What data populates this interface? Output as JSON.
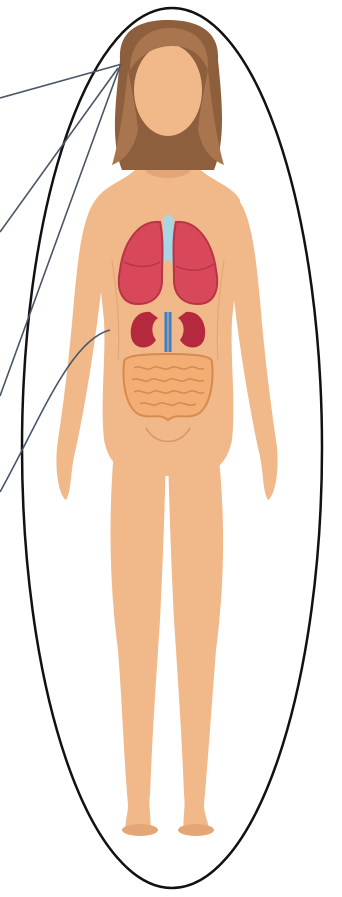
{
  "figure": {
    "subject": "female-body-with-internal-organs",
    "organs_shown": [
      "lungs",
      "trachea",
      "kidneys",
      "intestines"
    ],
    "colors": {
      "skin": "#f1b889",
      "skin_shadow": "#e5a677",
      "hair": "#a9754f",
      "hair_shadow": "#8e5f3d",
      "lungs": "#d9475a",
      "lungs_shade": "#b83447",
      "trachea": "#a9d6e4",
      "kidneys": "#b5293f",
      "ureter": "#3b7fc4",
      "intestines": "#f3ae76",
      "intestine_lines": "#d88a4d",
      "outline_ellipse": "#111111",
      "callout_lines": "#4a5568"
    }
  }
}
